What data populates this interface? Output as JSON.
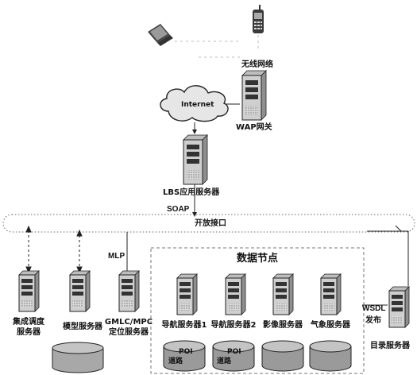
{
  "labels": {
    "wireless": "无线网络",
    "internet": "Internet",
    "wap": "WAP网关",
    "lbs": "LBS应用服务器",
    "soap": "SOAP",
    "open_interface": "开放接口",
    "mlp": "MLP",
    "data_node": "数据节点",
    "wsdl": "WSDL",
    "publish": "发布",
    "dispatch_server": [
      "集成调度",
      "服务器"
    ],
    "model_server": "模型服务器",
    "gmlc_server": [
      "GMLC/MPC",
      "定位服务器"
    ],
    "nav_server1": "导航服务器1",
    "nav_server2": "导航服务器2",
    "image_server": "影像服务器",
    "weather_server": "气象服务器",
    "catalog_server": "目录服务器",
    "poi": "POI",
    "road": "道路"
  },
  "icons": {
    "laptop": "laptop-icon",
    "phone": "mobile-phone-icon",
    "cloud": "internet-cloud-icon",
    "server": "server-tower-icon",
    "database": "database-cylinder-icon"
  },
  "colors": {
    "stroke": "#222222",
    "cloud_fill": "#e6e6e6",
    "server_fill": "#cfcfcf",
    "db_fill": "#a8a8a8"
  }
}
